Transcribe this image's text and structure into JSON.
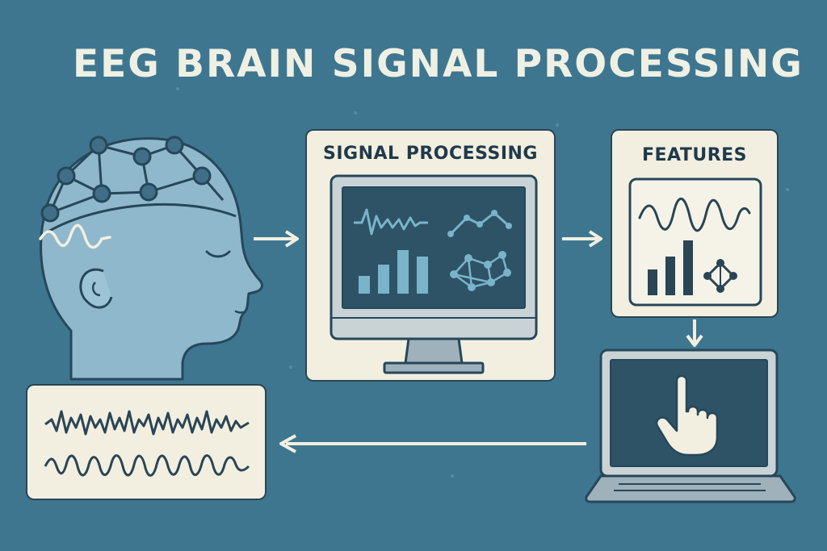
{
  "title": "EEG BRAIN SIGNAL PROCESSING",
  "stages": {
    "signal_processing": {
      "label": "SIGNAL PROCESSING"
    },
    "features": {
      "label": "FEATURES"
    }
  },
  "colors": {
    "background": "#3e7690",
    "card": "#f2efe1",
    "outline": "#2a4554",
    "head": "#8fb8cc",
    "screen": "#2e5266",
    "accent": "#79b4c9"
  },
  "icons": [
    "head-with-electrodes-icon",
    "eeg-wave-icon",
    "monitor-icon",
    "laptop-icon",
    "pointing-hand-icon",
    "bar-chart-icon",
    "network-graph-icon"
  ]
}
